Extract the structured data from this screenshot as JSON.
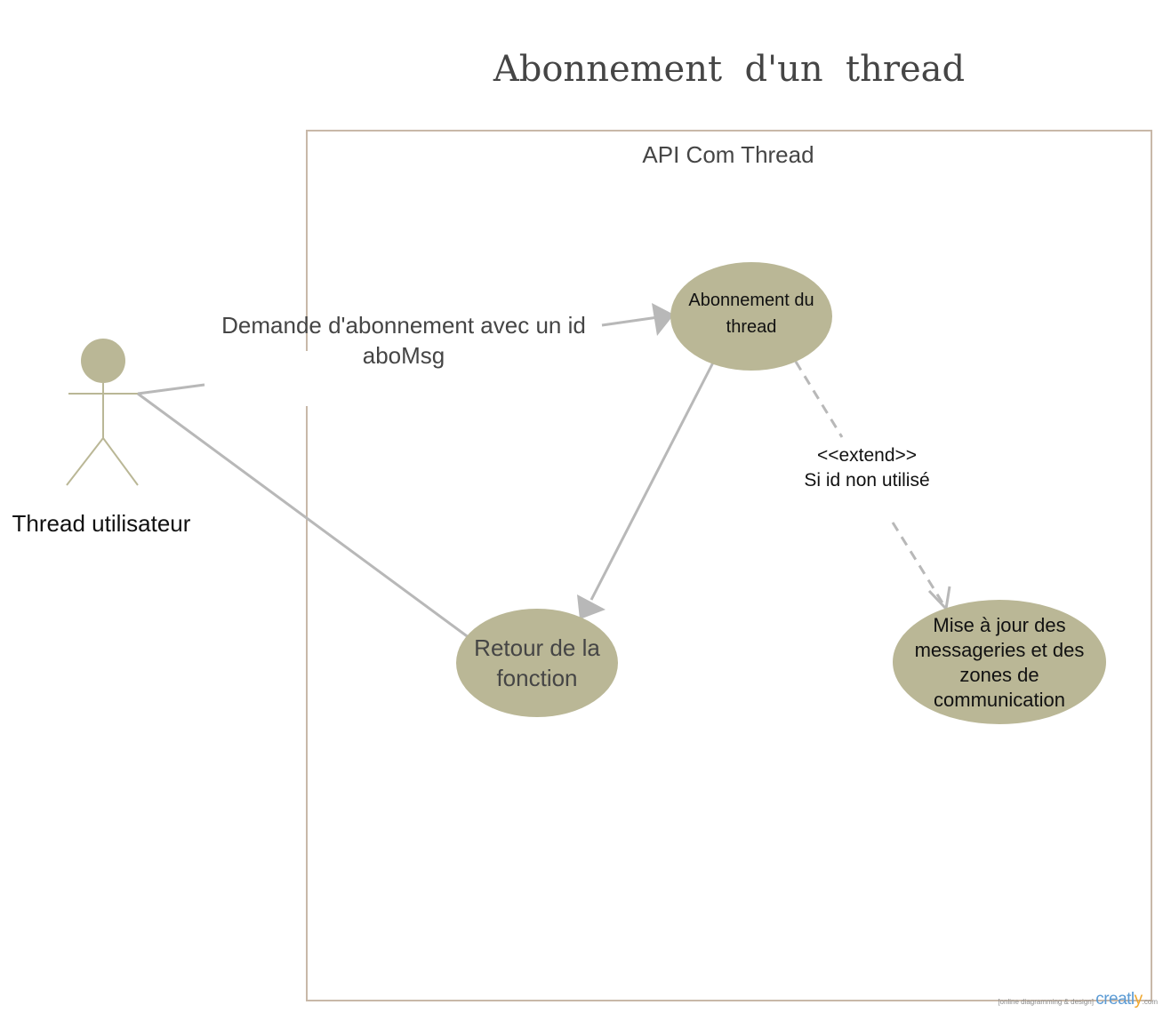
{
  "diagram": {
    "title": "Abonnement  d'un  thread",
    "system_boundary": {
      "label": "API Com Thread"
    },
    "actor": {
      "name": "Thread utilisateur"
    },
    "use_cases": {
      "subscribe": {
        "lines": [
          "Abonnement du",
          "thread"
        ]
      },
      "return": {
        "lines": [
          "Retour de la",
          "fonction"
        ]
      },
      "update": {
        "lines": [
          "Mise à jour des",
          "messageries et des",
          "zones de",
          "communication"
        ]
      }
    },
    "connectors": {
      "request": {
        "lines": [
          "Demande d'abonnement avec un id",
          "aboMsg"
        ]
      },
      "extend": {
        "lines": [
          "<<extend>>",
          "Si id non utilisé"
        ]
      }
    }
  },
  "watermark": {
    "tagline": "[online diagramming & design]",
    "brand_main": "creatl",
    "brand_accent": "y",
    "brand_suffix": ".com"
  },
  "colors": {
    "use_case_fill": "#bab796",
    "actor_color": "#bab796",
    "boundary_stroke": "#c8b8a8",
    "connector": "#b8b8b8",
    "text_dark": "#454545",
    "text_black": "#111111"
  }
}
